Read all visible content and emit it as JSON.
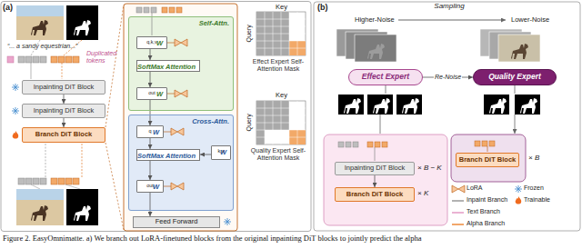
{
  "diagram": {
    "caption": "Figure 2. EasyOmnimatte. a) We branch out LoRA-finetuned blocks from the original inpainting DiT blocks to jointly predict the alpha",
    "nodes": [
      {
        "text": [
          "Inpainting DiT Block"
        ]
      },
      {
        "text": [
          "Inpainting DiT Block"
        ]
      },
      {
        "text": [
          "Branch DiT Block"
        ]
      },
      {
        "text": [
          "Self-Attn."
        ]
      },
      {
        "text": [
          "W",
          "q,k,v"
        ],
        "in": 3
      },
      {
        "text": [
          "SoftMax Attention"
        ],
        "in": 3
      },
      {
        "text": [
          "W",
          "out"
        ],
        "in": 3
      },
      {
        "text": [
          "Cross-Attn."
        ]
      },
      {
        "text": [
          "W",
          "q"
        ],
        "in": 7
      },
      {
        "text": [
          "W",
          "k,v"
        ],
        "in": 7
      },
      {
        "text": [
          "SoftMax Attention"
        ],
        "in": 7
      },
      {
        "text": [
          "W",
          "out"
        ],
        "in": 7
      },
      {
        "text": [
          "Feed Forward"
        ]
      },
      {
        "text": [
          "Effect Expert"
        ]
      },
      {
        "text": [
          "Quality Expert"
        ]
      },
      {
        "text": [
          "Inpainting DiT Block"
        ]
      },
      {
        "text": [
          "Branch DiT Block"
        ]
      },
      {
        "text": [
          "Branch DiT Block"
        ]
      }
    ],
    "edges": [
      {
        "from": 0,
        "to": 1,
        "arrow": "to"
      },
      {
        "from": 1,
        "to": 2,
        "arrow": "to"
      },
      {
        "from": 4,
        "to": 5,
        "arrow": "to"
      },
      {
        "from": 5,
        "to": 6,
        "arrow": "to"
      },
      {
        "from": 6,
        "to": 8,
        "arrow": "to"
      },
      {
        "from": 8,
        "to": 10,
        "arrow": "to"
      },
      {
        "from": 9,
        "to": 10,
        "arrow": "to"
      },
      {
        "from": 10,
        "to": 11,
        "arrow": "to"
      },
      {
        "from": 11,
        "to": 12,
        "arrow": "to"
      },
      {
        "from": 13,
        "to": 14,
        "label": "Re-Noise",
        "arrow": "to"
      },
      {
        "from": 15,
        "to": 16,
        "arrow": "to"
      }
    ],
    "labels": [
      "(a)",
      "“... a sandy equestrian...”",
      "Duplicated tokens",
      "Key",
      "Query",
      "Effect Expert Self-Attention Mask",
      "Key",
      "Query",
      "Quality Expert Self-Attention Mask",
      "(b)",
      "Sampling",
      "Higher-Noise",
      "Lower-Noise",
      "× B − K",
      "× K",
      "× B"
    ],
    "legend": [
      {
        "text": "LoRA"
      },
      {
        "text": "Frozen"
      },
      {
        "text": "Inpaint Branch"
      },
      {
        "text": "Trainable"
      },
      {
        "text": "Text Branch"
      },
      {
        "text": "Alpha Branch"
      }
    ]
  }
}
